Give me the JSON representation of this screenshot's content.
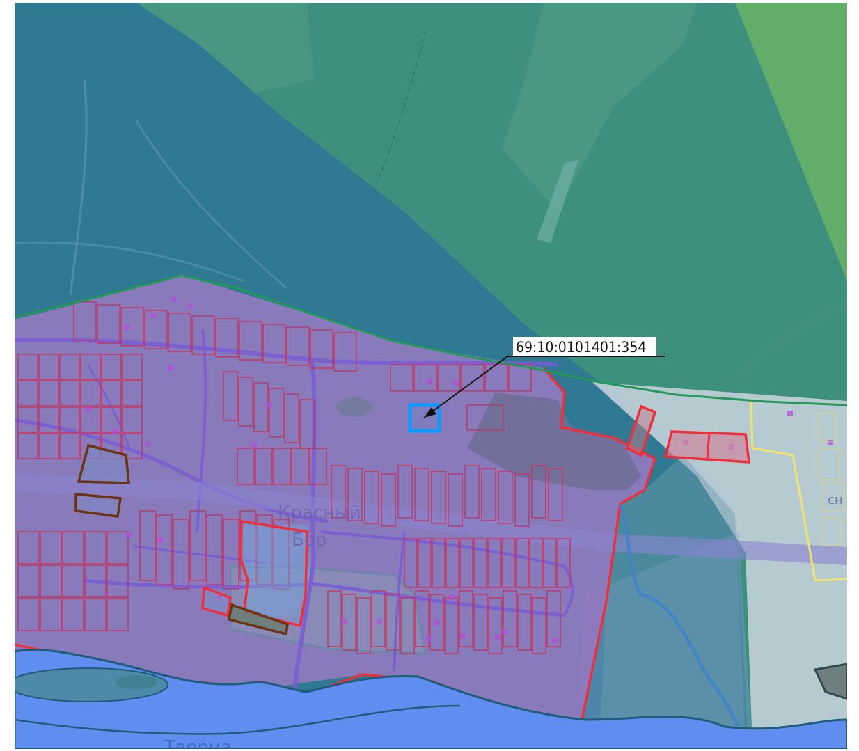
{
  "map": {
    "callout_label": "69:10:0101401:354",
    "settlement_label_line1": "Красный",
    "settlement_label_line2": "Бор",
    "river_label": "Тверца",
    "edge_label": "сн"
  },
  "colors": {
    "forest": "#3d8f7e",
    "forest_light": "#5a9c8a",
    "far_field": "#63ad6a",
    "water_zone": "#2f7a92",
    "settlement": "#9179bf",
    "parcel_outline": "#c4345e",
    "boundary_red": "#ee2e3a",
    "river": "#5f8ef0",
    "river_outline": "#1f5c7a",
    "green_boundary": "#23985a",
    "target_parcel": "#0a99ff",
    "brown_parcel": "#6a3411",
    "yellow_boundary": "#f2e36a",
    "road": "#7a5bd6"
  }
}
